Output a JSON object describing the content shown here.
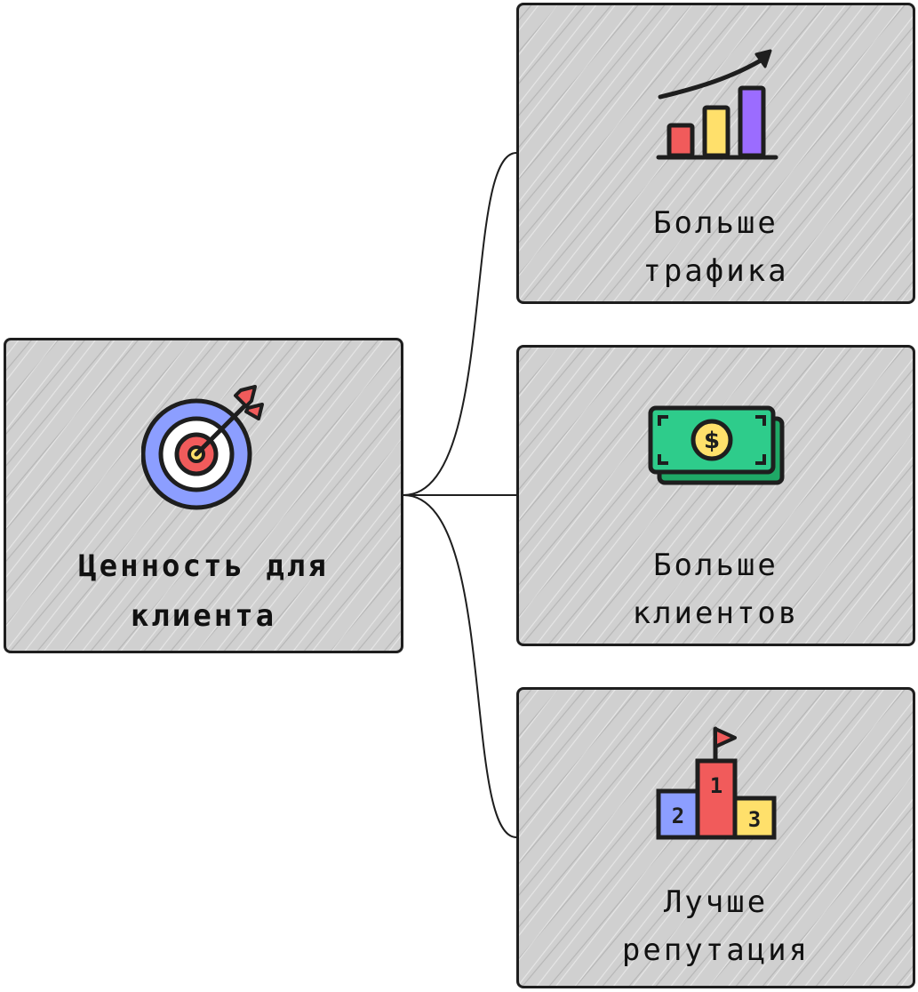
{
  "root": {
    "icon": "target-icon",
    "line1": "Ценность для",
    "line2": "клиента"
  },
  "benefits": [
    {
      "icon": "bar-chart-growth-icon",
      "line1": "Больше",
      "line2": "трафика"
    },
    {
      "icon": "money-icon",
      "line1": "Больше",
      "line2": "клиентов"
    },
    {
      "icon": "podium-icon",
      "line1": "Лучше",
      "line2": "репутация",
      "podium_places": [
        "1",
        "2",
        "3"
      ]
    }
  ],
  "colors": {
    "card_fill": "#d0d0d0",
    "outline": "#1e1e1e",
    "red": "#f15b5b",
    "yellow": "#ffe06b",
    "purple": "#9b6cff",
    "blue": "#8c9eff",
    "green": "#2ecc8b",
    "dark_green": "#1fa866"
  }
}
